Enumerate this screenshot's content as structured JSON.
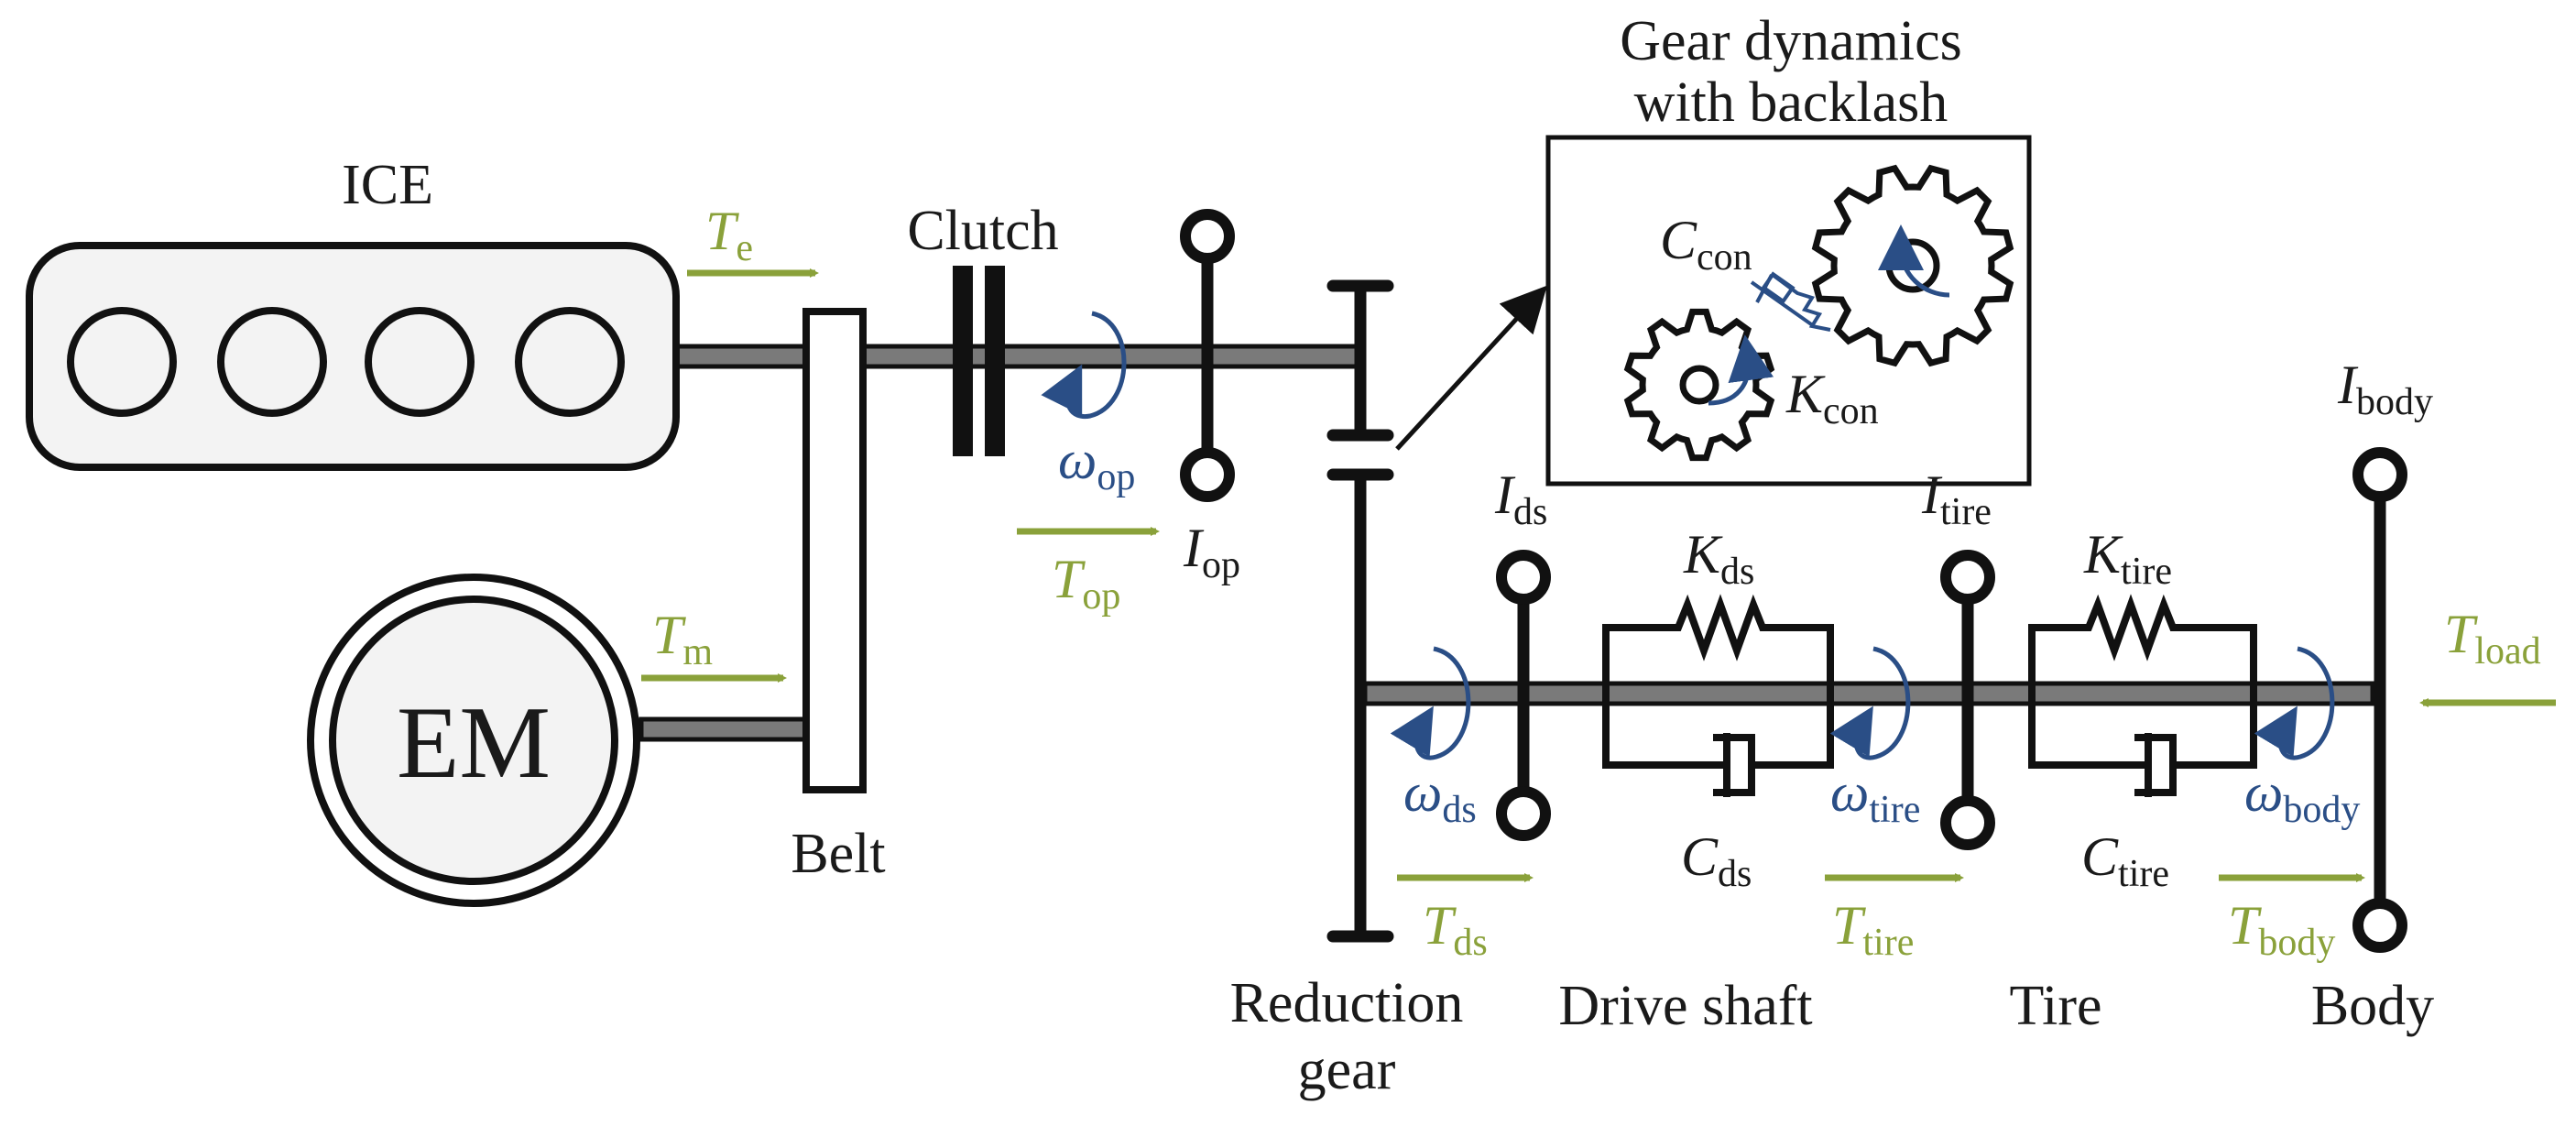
{
  "components": {
    "ice": "ICE",
    "em": "EM",
    "belt": "Belt",
    "clutch": "Clutch",
    "reduction_gear": [
      "Reduction",
      "gear"
    ],
    "drive_shaft": "Drive shaft",
    "tire": "Tire",
    "body": "Body"
  },
  "inset": {
    "title": [
      "Gear dynamics",
      "with backlash"
    ],
    "c_con": {
      "sym": "C",
      "sub": "con"
    },
    "k_con": {
      "sym": "K",
      "sub": "con"
    }
  },
  "torques": {
    "te": {
      "sym": "T",
      "sub": "e"
    },
    "tm": {
      "sym": "T",
      "sub": "m"
    },
    "top": {
      "sym": "T",
      "sub": "op"
    },
    "tds": {
      "sym": "T",
      "sub": "ds"
    },
    "ttire": {
      "sym": "T",
      "sub": "tire"
    },
    "tbody": {
      "sym": "T",
      "sub": "body"
    },
    "tload": {
      "sym": "T",
      "sub": "load"
    }
  },
  "speeds": {
    "wop": {
      "sym": "ω",
      "sub": "op"
    },
    "wds": {
      "sym": "ω",
      "sub": "ds"
    },
    "wtire": {
      "sym": "ω",
      "sub": "tire"
    },
    "wbody": {
      "sym": "ω",
      "sub": "body"
    }
  },
  "inertias": {
    "iop": {
      "sym": "I",
      "sub": "op"
    },
    "ids": {
      "sym": "I",
      "sub": "ds"
    },
    "itire": {
      "sym": "I",
      "sub": "tire"
    },
    "ibody": {
      "sym": "I",
      "sub": "body"
    }
  },
  "springs": {
    "kds": {
      "sym": "K",
      "sub": "ds"
    },
    "ktire": {
      "sym": "K",
      "sub": "tire"
    }
  },
  "dampers": {
    "cds": {
      "sym": "C",
      "sub": "ds"
    },
    "ctire": {
      "sym": "C",
      "sub": "tire"
    }
  },
  "colors": {
    "torque": "#8aa13a",
    "speed": "#2a4e86",
    "shaft": "#7a7a7a",
    "line": "#111111"
  }
}
